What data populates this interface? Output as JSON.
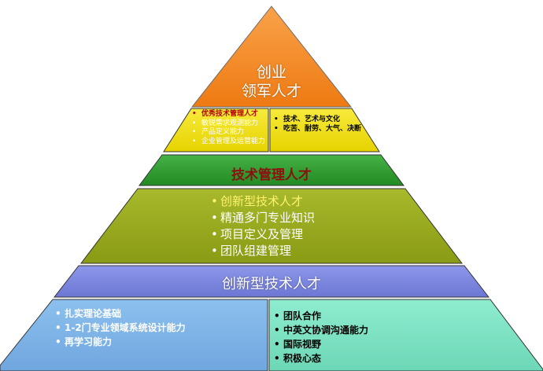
{
  "apex": {
    "line1": "创业",
    "line2": "领军人才"
  },
  "box_left": {
    "items": [
      "优秀技术管理人才",
      "敏锐需求观测能力",
      "产品定义能力",
      "企业管理及运营能力"
    ]
  },
  "box_right": {
    "items": [
      "技术、艺术与文化",
      "吃苦、耐劳、大气、决断"
    ]
  },
  "management_band": {
    "title": "技术管理人才"
  },
  "olive_band": {
    "items": [
      "创新型技术人才",
      "精通多门专业知识",
      "项目定义及管理",
      "团队组建管理"
    ]
  },
  "innovation_band": {
    "title": "创新型技术人才"
  },
  "bottom_left": {
    "items": [
      "扎实理论基础",
      "1-2门专业领域系统设计能力",
      "再学习能力"
    ]
  },
  "bottom_right": {
    "items": [
      "团队合作",
      "中英文协调沟通能力",
      "国际视野",
      "积极心态"
    ]
  },
  "colors": {
    "apex": "#f5841f",
    "yellow": "#f2e20a",
    "green": "#2d9b2d",
    "olive": "#96a81c",
    "violet": "#7b86e0",
    "blue": "#7fb3e6",
    "teal": "#7ee3c4"
  }
}
